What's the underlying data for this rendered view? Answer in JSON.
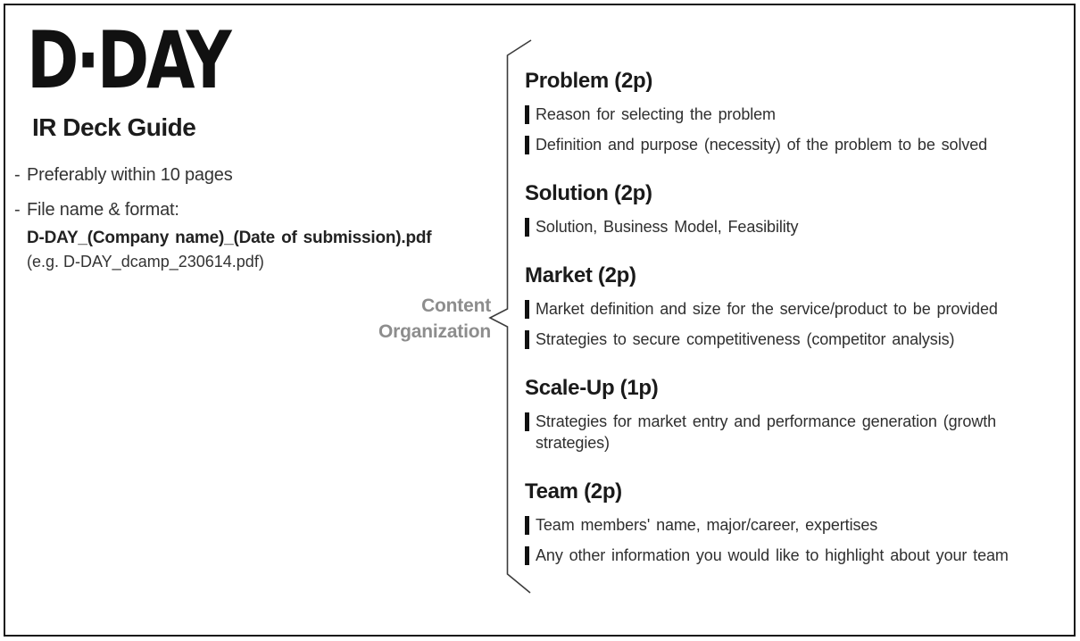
{
  "header": {
    "logo": "D·DAY",
    "subtitle": "IR Deck Guide"
  },
  "guidelines": {
    "dash": "-",
    "note1": "Preferably within 10 pages",
    "note2_label": "File name & format:",
    "note2_filename": "D-DAY_(Company name)_(Date of submission).pdf",
    "note2_example": "(e.g. D-DAY_dcamp_230614.pdf)"
  },
  "org_label": {
    "line1": "Content",
    "line2": "Organization"
  },
  "sections": [
    {
      "heading": "Problem (2p)",
      "bullets": [
        "Reason for selecting the problem",
        "Definition and purpose (necessity) of the problem to be solved"
      ]
    },
    {
      "heading": "Solution (2p)",
      "bullets": [
        "Solution, Business Model, Feasibility"
      ]
    },
    {
      "heading": "Market (2p)",
      "bullets": [
        "Market definition and size for the service/product to be provided",
        "Strategies to secure competitiveness (competitor analysis)"
      ]
    },
    {
      "heading": "Scale-Up (1p)",
      "bullets": [
        "Strategies for market entry and performance generation (growth strategies)"
      ]
    },
    {
      "heading": "Team (2p)",
      "bullets": [
        "Team members' name, major/career, expertises",
        "Any other information you would like to highlight about your team"
      ]
    }
  ],
  "colors": {
    "text": "#2f2f2f",
    "heading": "#1a1a1a",
    "muted_label": "#8d8d8d",
    "border": "#161616",
    "bullet_bar": "#111111"
  }
}
